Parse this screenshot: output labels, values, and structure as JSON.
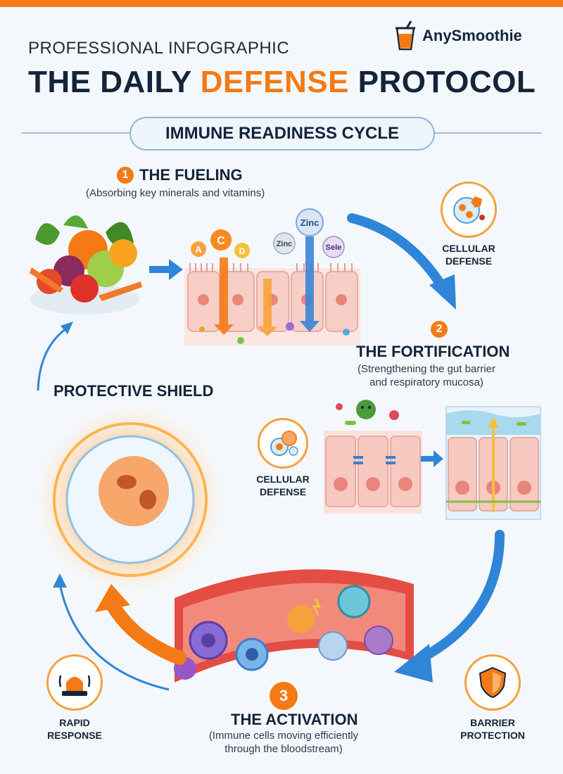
{
  "header": {
    "kicker": "PROFESSIONAL INFOGRAPHIC",
    "title_part1": "THE DAILY ",
    "title_accent": "DEFENSE",
    "title_part2": " PROTOCOL",
    "logo": "AnySmoothie"
  },
  "cycle_label": "IMMUNE READINESS CYCLE",
  "steps": [
    {
      "number": "1",
      "title": "THE FUELING",
      "subtitle": "(Absorbing key minerals and vitamins)"
    },
    {
      "number": "2",
      "title": "THE FORTIFICATION",
      "subtitle_line1": "(Strengthening the gut barrier",
      "subtitle_line2": "and respiratory mucosa)"
    },
    {
      "number": "3",
      "title": "THE ACTIVATION",
      "subtitle_line1": "(Immune cells moving efficiently",
      "subtitle_line2": "through the bloodstream)"
    }
  ],
  "labels": {
    "cellular_defense_top_l1": "CELLULAR",
    "cellular_defense_top_l2": "DEFENSE",
    "cellular_defense_mid_l1": "CELLULAR",
    "cellular_defense_mid_l2": "DEFENSE",
    "protective_shield": "PROTECTIVE SHIELD",
    "rapid_response_l1": "RAPID",
    "rapid_response_l2": "RESPONSE",
    "barrier_protection_l1": "BARRIER",
    "barrier_protection_l2": "PROTECTION"
  },
  "nutrients": {
    "vit_a": "A",
    "vit_c": "C",
    "vit_d": "D",
    "zinc_big": "Zinc",
    "zinc_small": "Zinc",
    "selenium": "Sele"
  },
  "colors": {
    "accent_orange": "#f47a16",
    "navy_text": "#13243b",
    "flow_blue": "#2f86d8"
  }
}
